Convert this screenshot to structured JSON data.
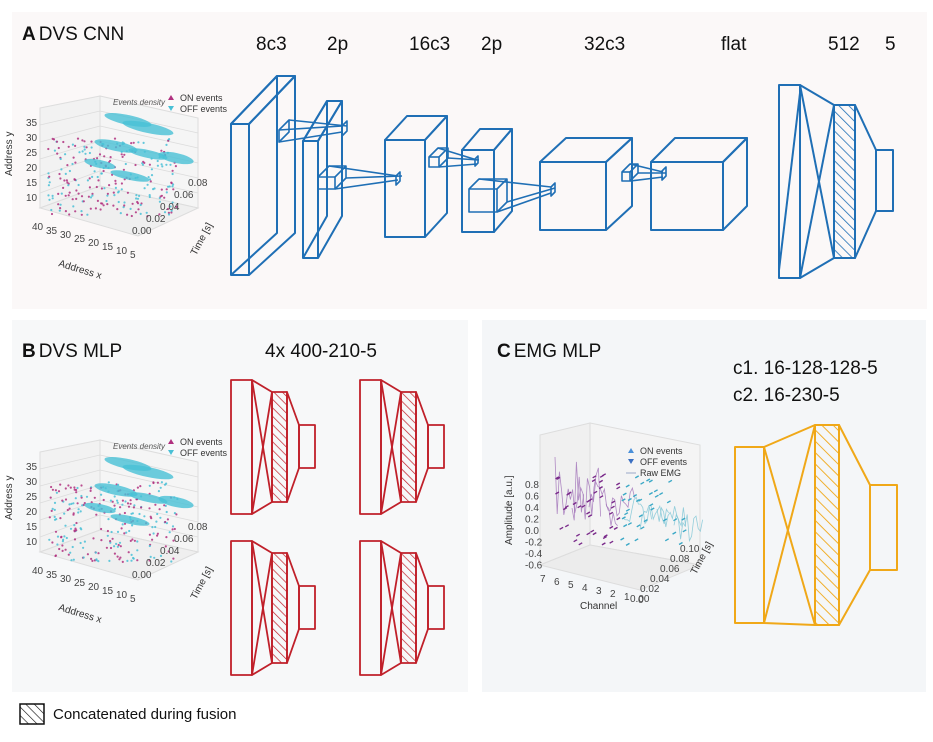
{
  "panelA": {
    "letter": "A",
    "title": "DVS CNN",
    "layers": [
      "8c3",
      "2p",
      "16c3",
      "2p",
      "32c3",
      "flat",
      "512",
      "5"
    ],
    "plot": {
      "legend": [
        "ON events",
        "OFF events"
      ],
      "density_label": "Events density",
      "ylabel": "Address y",
      "xlabel": "Address x",
      "tlabel": "Time [s]",
      "yticks": [
        "35",
        "30",
        "25",
        "20",
        "15",
        "10"
      ],
      "xticks": [
        "40",
        "35",
        "30",
        "25",
        "20",
        "15",
        "10",
        "5"
      ],
      "tticks": [
        "0.08",
        "0.06",
        "0.04",
        "0.02",
        "0.00"
      ]
    }
  },
  "panelB": {
    "letter": "B",
    "title": "DVS MLP",
    "arch": "4x 400-210-5",
    "plot": {
      "legend": [
        "ON events",
        "OFF events"
      ],
      "density_label": "Events density",
      "ylabel": "Address y",
      "xlabel": "Address x",
      "tlabel": "Time [s]",
      "yticks": [
        "35",
        "30",
        "25",
        "20",
        "15",
        "10"
      ],
      "xticks": [
        "40",
        "35",
        "30",
        "25",
        "20",
        "15",
        "10",
        "5"
      ],
      "tticks": [
        "0.08",
        "0.06",
        "0.04",
        "0.02",
        "0.00"
      ]
    }
  },
  "panelC": {
    "letter": "C",
    "title": "EMG MLP",
    "arch1": "c1. 16-128-128-5",
    "arch2": "c2. 16-230-5",
    "plot": {
      "legend": [
        "ON events",
        "OFF events",
        "Raw EMG"
      ],
      "ylabel": "Amplitude [a.u.]",
      "xlabel": "Channel",
      "tlabel": "Time [s]",
      "yticks": [
        "0.8",
        "0.6",
        "0.4",
        "0.2",
        "0.0",
        "-0.2",
        "-0.4",
        "-0.6"
      ],
      "xticks": [
        "7",
        "6",
        "5",
        "4",
        "3",
        "2",
        "1",
        "0"
      ],
      "tticks": [
        "0.10",
        "0.08",
        "0.06",
        "0.04",
        "0.02",
        "0.00"
      ]
    }
  },
  "legend_fusion": "Concatenated during fusion",
  "colors": {
    "cnn": "#1f6fb5",
    "mlp": "#c0202a",
    "emg": "#f0a818",
    "on": "#b0307f",
    "off": "#49c0d6",
    "emg_trace": "#9aa7c7"
  }
}
